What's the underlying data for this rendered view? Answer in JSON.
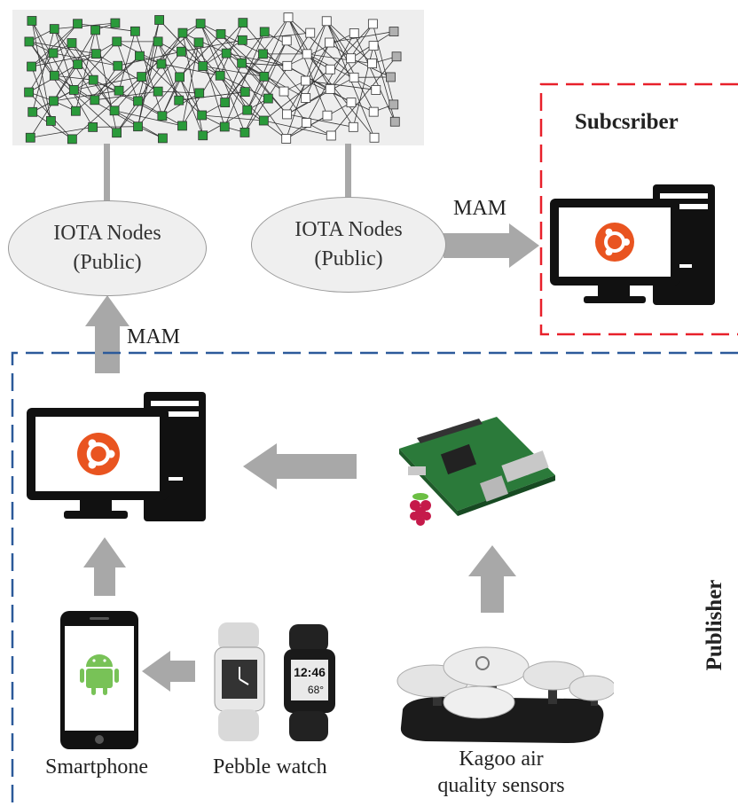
{
  "iota_nodes": [
    {
      "title": "IOTA Nodes",
      "subtitle": "(Public)"
    },
    {
      "title": "IOTA Nodes",
      "subtitle": "(Public)"
    }
  ],
  "arrows": {
    "mam_up": "MAM",
    "mam_right": "MAM"
  },
  "subscriber": {
    "label": "Subcsriber",
    "color": "#e8202a"
  },
  "publisher": {
    "label": "Publisher",
    "color": "#2c5a9a"
  },
  "devices": {
    "smartphone": "Smartphone",
    "pebble": "Pebble watch",
    "kagoo_line1": "Kagoo air",
    "kagoo_line2": "quality sensors",
    "watch_time": "12:46",
    "watch_temp": "68°"
  },
  "colors": {
    "tangle_green": "#2a9a3a",
    "arrow_gray": "#a8a8a8",
    "ubuntu": "#e95420",
    "android": "#78c257"
  }
}
